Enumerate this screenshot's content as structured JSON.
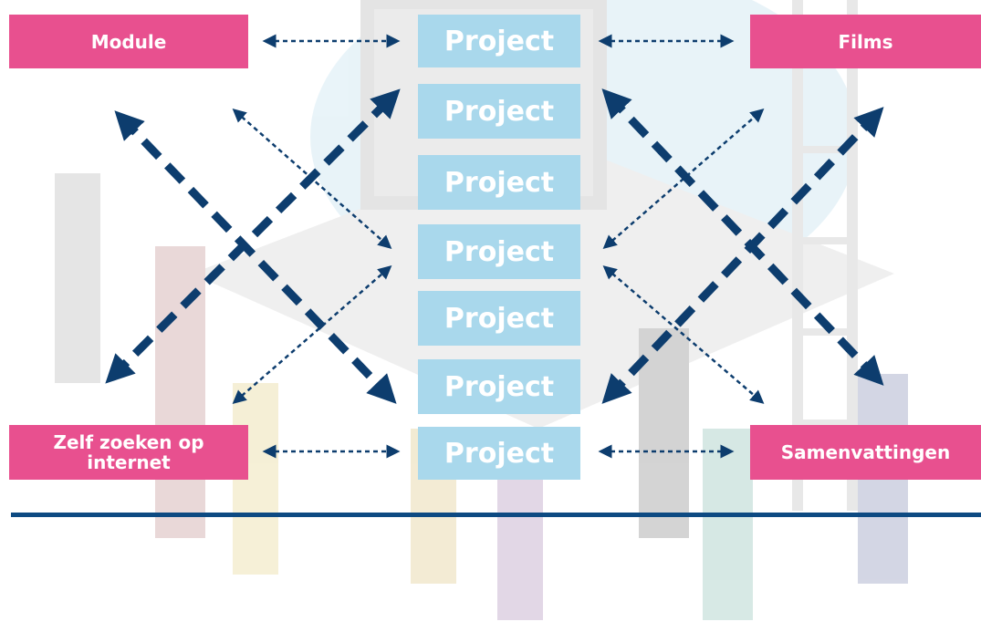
{
  "resources": {
    "module": "Module",
    "films": "Films",
    "zelf_zoeken": "Zelf zoeken op internet",
    "samenvattingen": "Samenvattingen"
  },
  "projects": [
    "Project",
    "Project",
    "Project",
    "Project",
    "Project",
    "Project",
    "Project"
  ],
  "colors": {
    "pink": "#e8508f",
    "project_blue": "#a9d8ec",
    "arrow_navy": "#0d3d6e",
    "divider": "#0d4a82"
  }
}
